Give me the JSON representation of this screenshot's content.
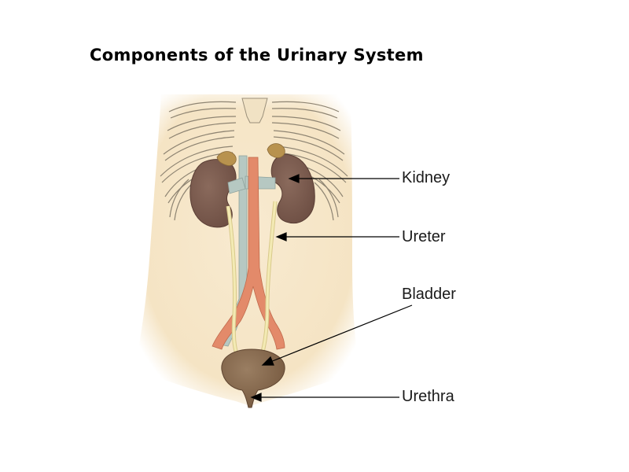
{
  "title": "Components of the Urinary System",
  "labels": {
    "kidney": "Kidney",
    "ureter": "Ureter",
    "bladder": "Bladder",
    "urethra": "Urethra"
  },
  "colors": {
    "skin": "#f7e7c8",
    "rib": "#e3d3b4",
    "rib_outline": "#8e8472",
    "kidney": "#7a5a4e",
    "adrenal": "#b8924e",
    "vein": "#b6c8c2",
    "artery": "#e38a6a",
    "ureter": "#f3eab4",
    "bladder": "#8a6e54",
    "pointer": "#000000"
  }
}
